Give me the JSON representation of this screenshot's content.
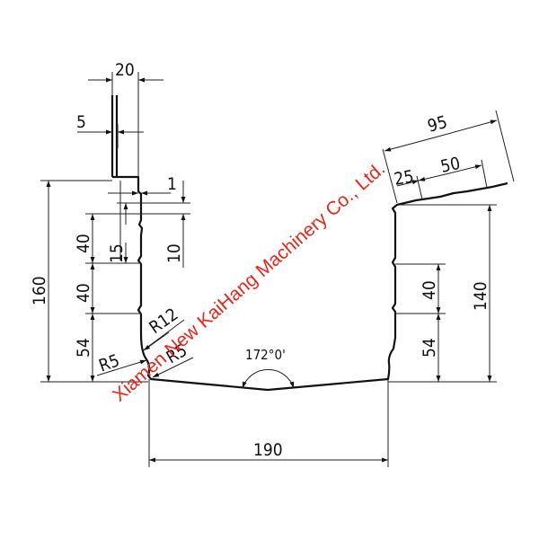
{
  "drawing": {
    "type": "roll-formed gutter profile cross-section",
    "dimensions": {
      "top_flange_width": "20",
      "lip_width": "5",
      "step": "1",
      "left_height": "160",
      "left_seg_upper": "40",
      "left_seg_mid": "40",
      "left_seg_lower": "54",
      "rib_height": "15",
      "rib_offset": "10",
      "radius_outer": "R12",
      "radius_inner_left": "R5",
      "radius_inner_right": "R5",
      "base_angle": "172°0'",
      "base_width": "190",
      "right_height": "140",
      "right_seg_upper": "40",
      "right_seg_lower": "54",
      "flange_total": "95",
      "flange_first": "25",
      "flange_second": "50"
    },
    "watermark": "Xiamen New KaiHang Machinery Co., Ltd.",
    "colors": {
      "lines": "#111111",
      "watermark": "#e8261c",
      "background": "#ffffff"
    }
  }
}
